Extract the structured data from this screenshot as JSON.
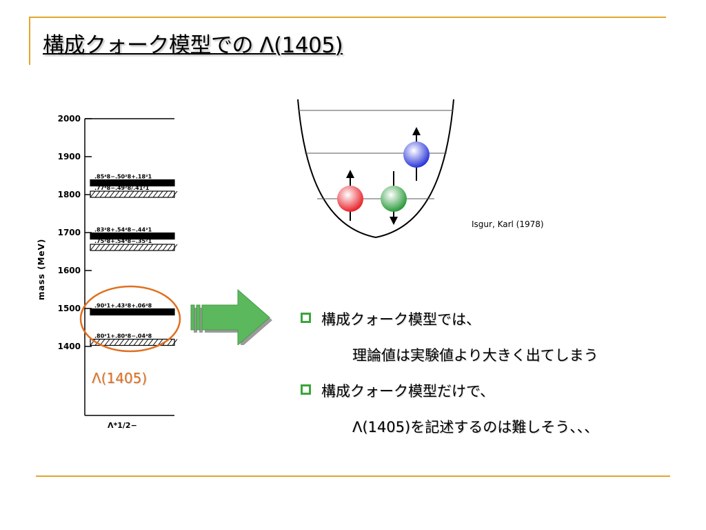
{
  "title": "構成クォーク模型での Λ(1405)",
  "colors": {
    "accent_line": "#e3a52b",
    "bullet": "#3aa53a",
    "arrow": "#5cb85c",
    "highlight": "#e07020",
    "quark_red": "#e8222a",
    "quark_green": "#2a9a3a",
    "quark_blue": "#2a35d8"
  },
  "mass_chart": {
    "ylabel": "mass (MeV)",
    "ticks": [
      "2000",
      "1900",
      "1800",
      "1700",
      "1600",
      "1500",
      "1400"
    ],
    "xlabel": "Λ*1/2−",
    "states": [
      {
        "label": ".85⁴8−.50²8+.18²1",
        "mass": 1830
      },
      {
        "label": ".77⁴8−.49²8/.41²1",
        "mass": 1800
      },
      {
        "label": ".83²8+.54⁴8−.44²1",
        "mass": 1690
      },
      {
        "label": ".75²8+.54⁴8−.35²1",
        "mass": 1660
      },
      {
        "label": ".90²1+.43²8+.06⁴8",
        "mass": 1490
      },
      {
        "label": ".80²1+.80²8−.04⁴8",
        "mass": 1410
      }
    ]
  },
  "highlight_label": "Λ(1405)",
  "citation": "Isgur, Karl (1978)",
  "bullets": [
    {
      "line1": "構成クォーク模型では、",
      "line2": "理論値は実験値より大きく出てしまう"
    },
    {
      "line1": "構成クォーク模型だけで、",
      "line2": "Λ(1405)を記述するのは難しそう、、、"
    }
  ]
}
